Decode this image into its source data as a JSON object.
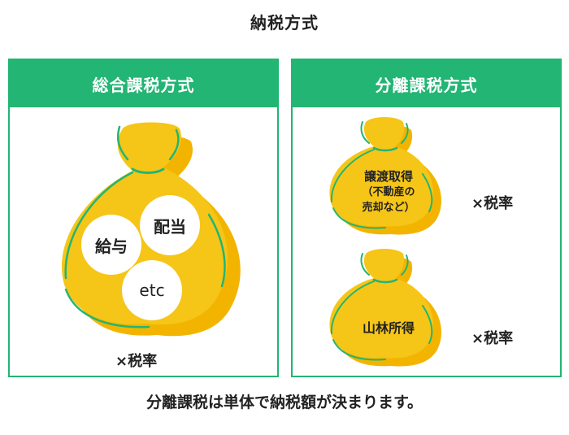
{
  "title": "納税方式",
  "comprehensive": {
    "header": "総合課税方式",
    "items": [
      "給与",
      "配当",
      "etc"
    ],
    "rate": "×税率"
  },
  "separate": {
    "header": "分離課税方式",
    "transfer_label_line1": "譲渡取得",
    "transfer_label_line2": "（不動産の",
    "transfer_label_line3": "売却など）",
    "forest_label": "山林所得",
    "rate_top": "×税率",
    "rate_bottom": "×税率"
  },
  "footer": "分離課税は単体で納税額が決まります。",
  "colors": {
    "green": "#22b573",
    "bag_yellow": "#f5c518",
    "bag_shadow": "#f3b400",
    "text": "#222222"
  }
}
